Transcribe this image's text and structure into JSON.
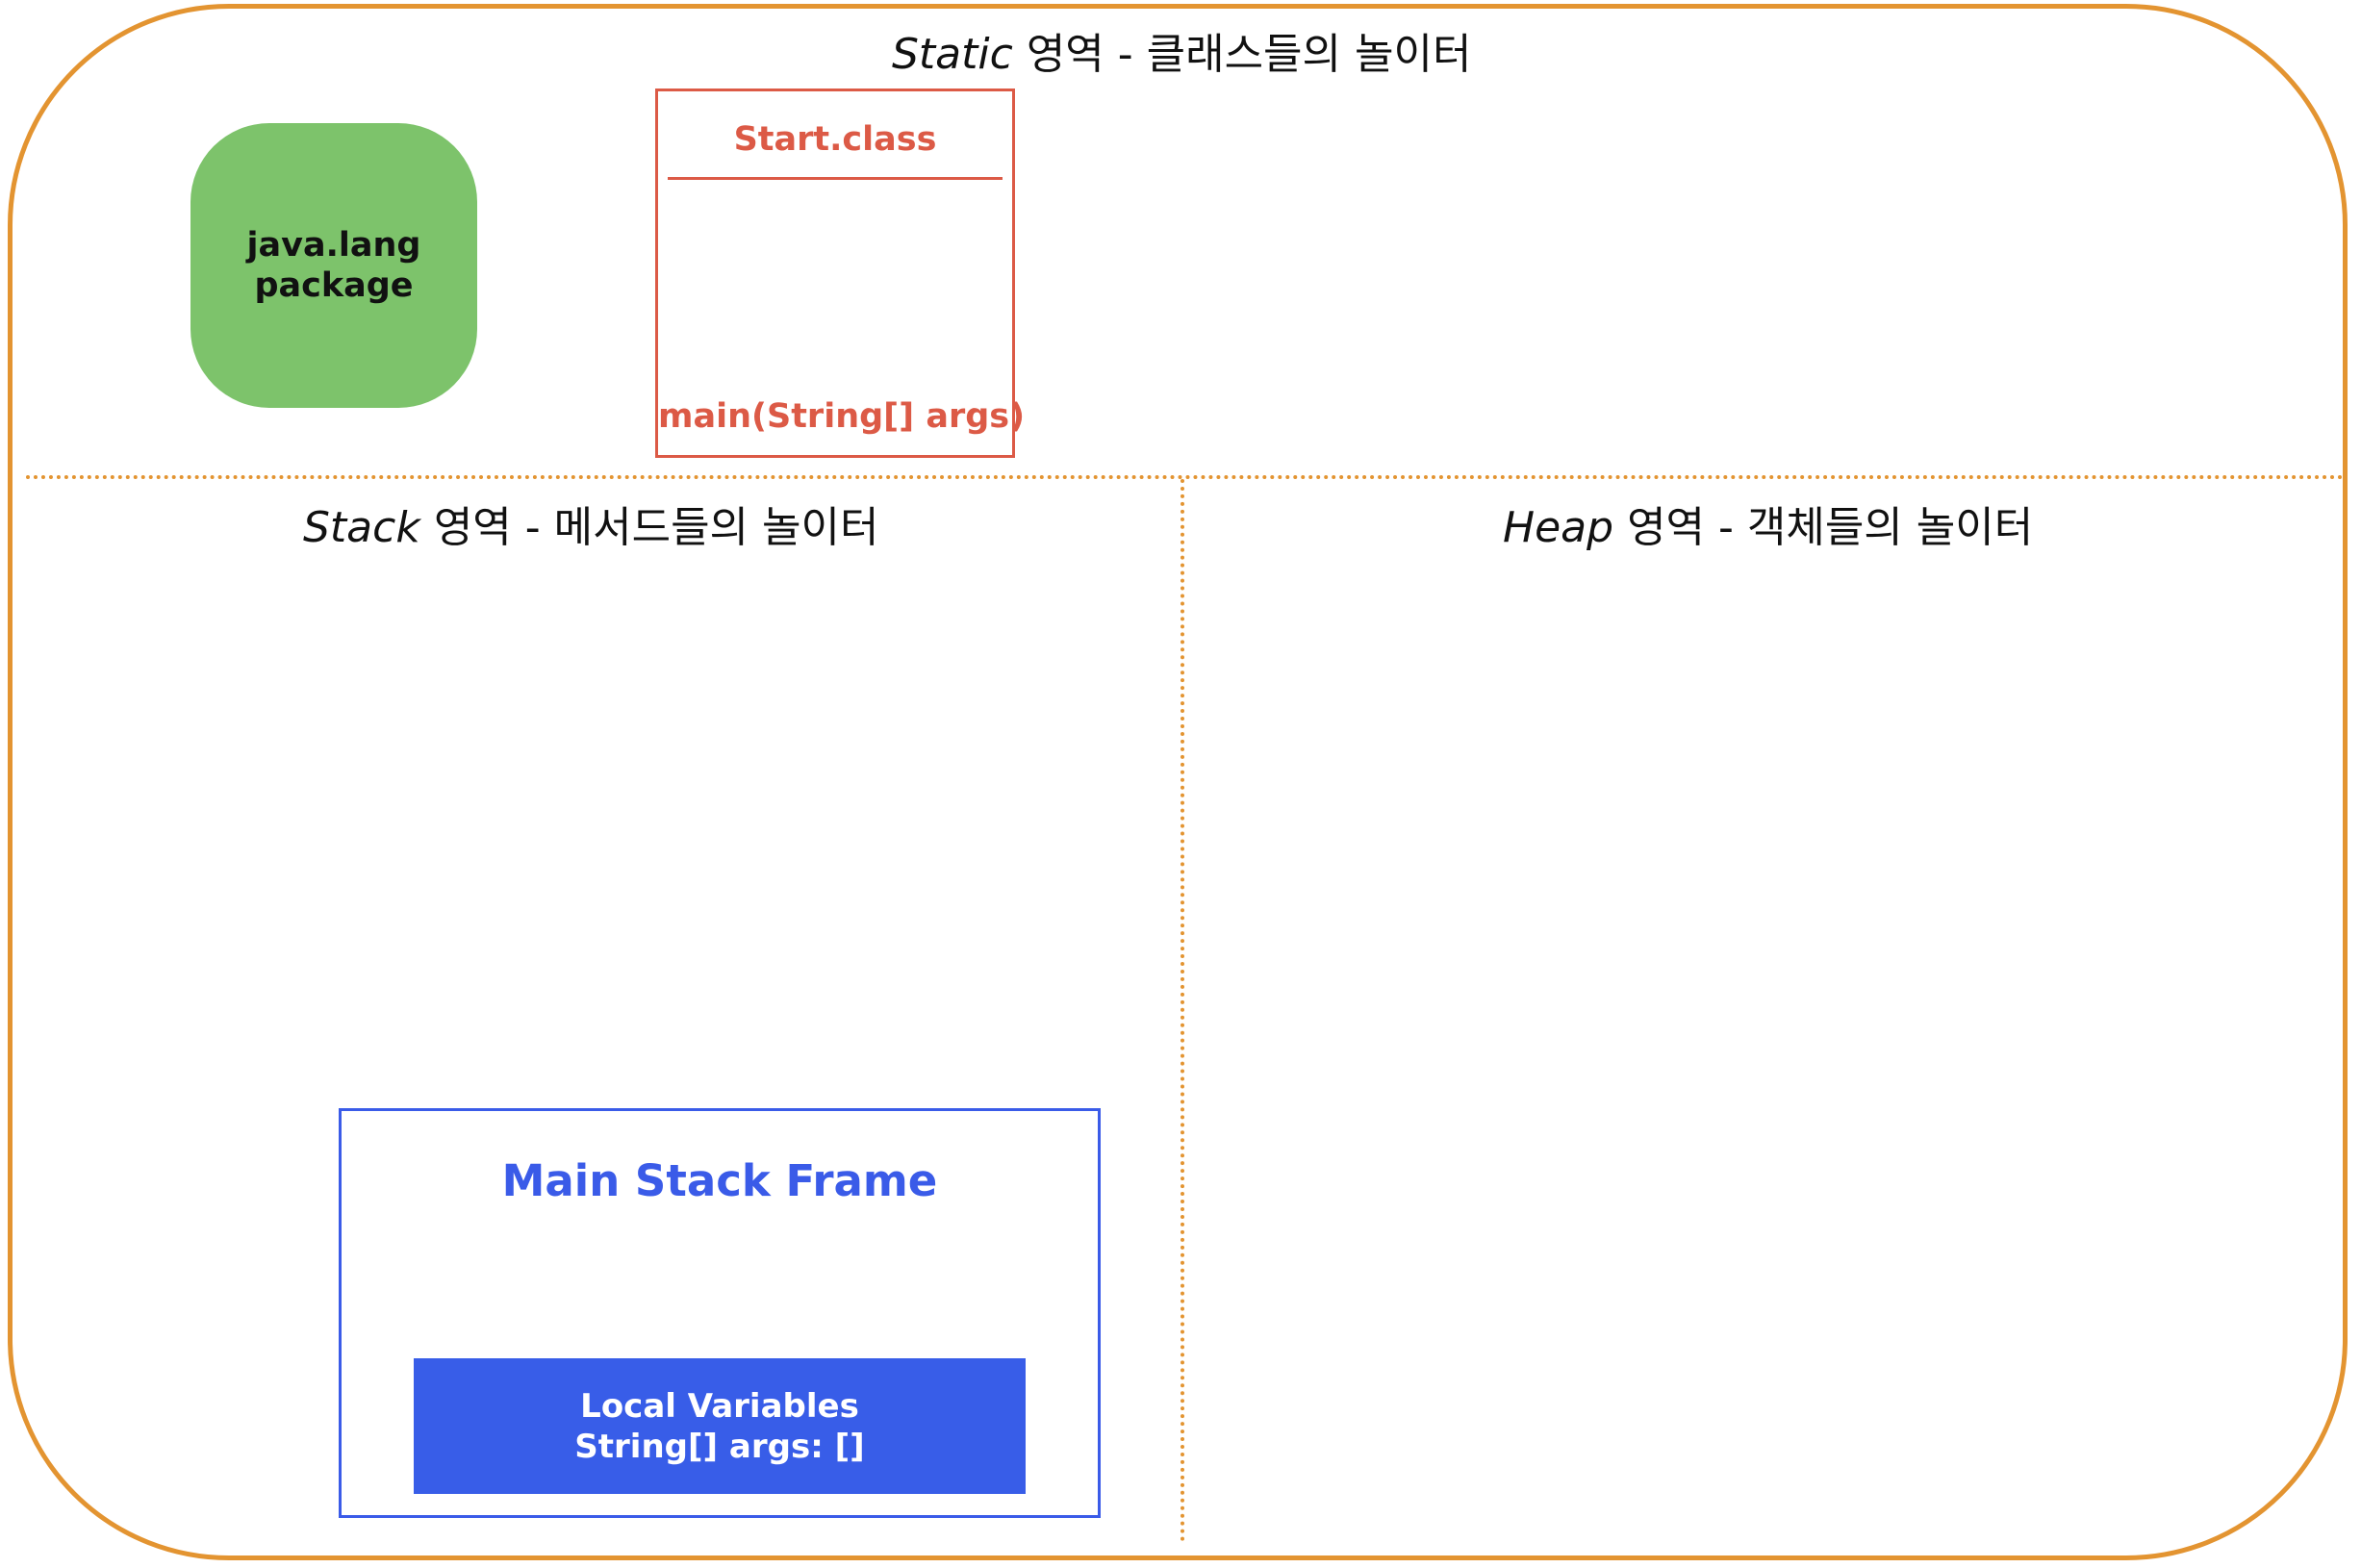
{
  "static_area": {
    "title_en": "Static",
    "title_ko": "영역 - 클래스들의 놀이터"
  },
  "stack_area": {
    "title_en": "Stack",
    "title_ko": "영역 - 메서드들의 놀이터"
  },
  "heap_area": {
    "title_en": "Heap",
    "title_ko": "영역 - 객체들의 놀이터"
  },
  "package": {
    "line1": "java.lang",
    "line2": "package",
    "color": "#7dc36b"
  },
  "class_box": {
    "name": "Start.class",
    "method": "main(String[] args)",
    "color": "#dc5a46"
  },
  "stack_frame": {
    "title": "Main Stack Frame",
    "locals_line1": "Local Variables",
    "locals_line2": "String[] args: []",
    "color": "#3a5be8"
  },
  "border_color": "#e39431"
}
